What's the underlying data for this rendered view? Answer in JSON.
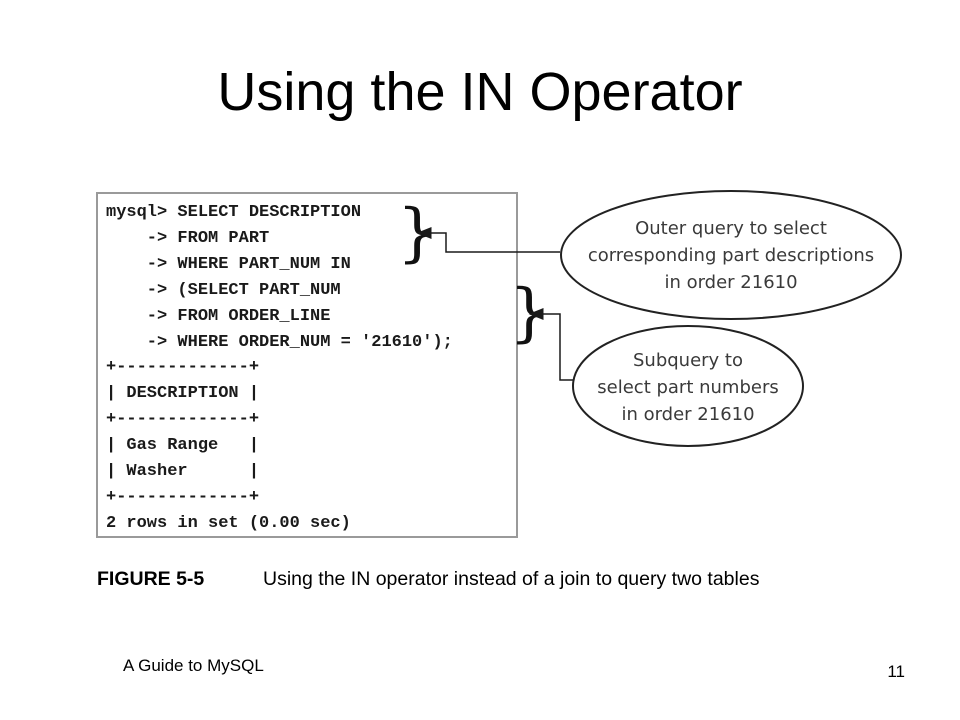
{
  "slide": {
    "title": "Using the IN Operator",
    "footer_left": "A Guide to MySQL",
    "page_number": "11"
  },
  "terminal": {
    "lines": [
      "mysql> SELECT DESCRIPTION",
      "    -> FROM PART",
      "    -> WHERE PART_NUM IN",
      "    -> (SELECT PART_NUM",
      "    -> FROM ORDER_LINE",
      "    -> WHERE ORDER_NUM = '21610');",
      "+-------------+",
      "| DESCRIPTION |",
      "+-------------+",
      "| Gas Range   |",
      "| Washer      |",
      "+-------------+",
      "2 rows in set (0.00 sec)"
    ]
  },
  "callouts": {
    "outer_query": {
      "lines": [
        "Outer query to select",
        "corresponding part descriptions",
        "in order 21610"
      ]
    },
    "subquery": {
      "lines": [
        "Subquery to",
        "select part numbers",
        "in order 21610"
      ]
    }
  },
  "figure": {
    "label": "FIGURE 5-5",
    "caption": "Using the IN operator instead of a join to query two tables"
  }
}
